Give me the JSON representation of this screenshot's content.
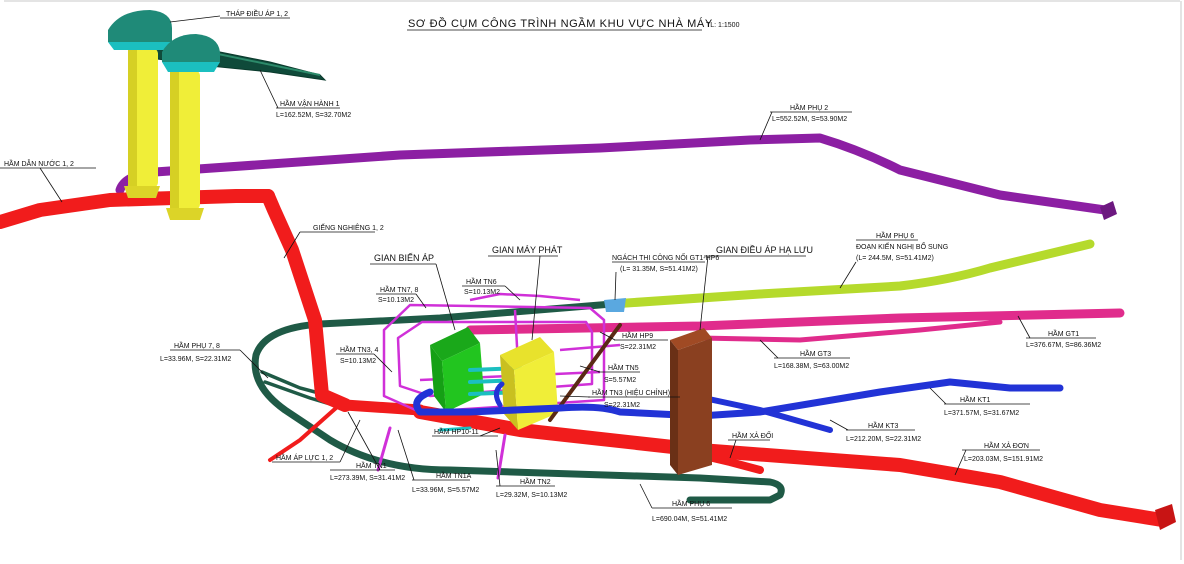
{
  "title": "SƠ ĐỒ CỤM CÔNG TRÌNH NGẦM KHU VỰC NHÀ MÁY",
  "scale": "TL: 1:1500",
  "colors": {
    "red": "#f11c1c",
    "purple": "#8c1fa3",
    "lime": "#b5da2c",
    "pink": "#e02c8c",
    "blue": "#2233d6",
    "darkgreen": "#1f5a46",
    "teal": "#1bbfc0",
    "yellow": "#f0ee38",
    "green": "#22c51f",
    "magenta": "#d030d8",
    "brown": "#8a4020",
    "chocolate": "#5a2a14"
  },
  "labels": {
    "thap_dieu_ap": "THÁP ĐIỀU ÁP 1, 2",
    "ham_van_hanh": "HẦM VẬN HÀNH 1",
    "ham_van_hanh_dim": "L=162.52M, S=32.70M2",
    "ham_phu_2": "HẦM PHỤ 2",
    "ham_phu_2_dim": "L=552.52M, S=53.90M2",
    "ham_dan_nuoc": "HẦM DẪN NƯỚC 1, 2",
    "gieng_nghieng": "GIẾNG NGHIÊNG 1, 2",
    "gian_bien_ap": "GIAN BIẾN ÁP",
    "gian_may_phat": "GIAN MÁY PHÁT",
    "gian_dieu_ap_ha_luu": "GIAN ĐIỀU ÁP HẠ LƯU",
    "ham_tn6": "HẦM TN6",
    "ham_tn6_dim": "S=10.13M2",
    "ham_tn78": "HẦM TN7, 8",
    "ham_tn78_dim": "S=10.13M2",
    "ngach_thi_cong": "NGÁCH THI CÔNG NỐI GT1-HP6",
    "ngach_thi_cong_dim": "(L= 31.35M, S=51.41M2)",
    "ham_phu_6_top": "HẦM PHỤ 6",
    "doan_kien_nghi": "ĐOẠN KIẾN NGHỊ BỔ SUNG",
    "doan_kien_nghi_dim": "(L= 244.5M, S=51.41M2)",
    "ham_gt1": "HẦM GT1",
    "ham_gt1_dim": "L=376.67M, S=86.36M2",
    "ham_gt3": "HẦM GT3",
    "ham_gt3_dim": "L=168.38M, S=63.00M2",
    "ham_hp9": "HẦM HP9",
    "ham_hp9_dim": "S=22.31M2",
    "ham_tn5": "HẦM TN5",
    "ham_tn5_dim": "S=5.57M2",
    "ham_tn3_hieu_chinh": "HẦM TN3 (HIỆU CHỈNH)",
    "ham_tn3_hieu_chinh_dim": "S=22.31M2",
    "ham_tn34": "HẦM TN3, 4",
    "ham_tn34_dim": "S=10.13M2",
    "ham_phu_78": "HẦM PHỤ 7, 8",
    "ham_phu_78_dim": "L=33.96M, S=22.31M2",
    "ham_kt1": "HẦM KT1",
    "ham_kt1_dim": "L=371.57M, S=31.67M2",
    "ham_kt3": "HẦM KT3",
    "ham_kt3_dim": "L=212.20M, S=22.31M2",
    "ham_hp10_11": "HẦM HP10-11",
    "ham_xa_doi": "HẦM XẢ ĐỐI",
    "ham_xa_don": "HẦM XẢ ĐƠN",
    "ham_xa_don_dim": "L=203.03M, S=151.91M2",
    "ham_ap_luc": "HẦM ÁP LỰC 1, 2",
    "ham_tn1": "HẦM TN1",
    "ham_tn1_dim": "L=273.39M, S=31.41M2",
    "ham_tn1a": "HẦM TN1A",
    "ham_tn1a_dim": "L=33.96M, S=5.57M2",
    "ham_tn2": "HẦM TN2",
    "ham_tn2_dim": "L=29.32M, S=10.13M2",
    "ham_phu_6_bottom": "HẦM PHỤ 6",
    "ham_phu_6_bottom_dim": "L=690.04M, S=51.41M2"
  }
}
